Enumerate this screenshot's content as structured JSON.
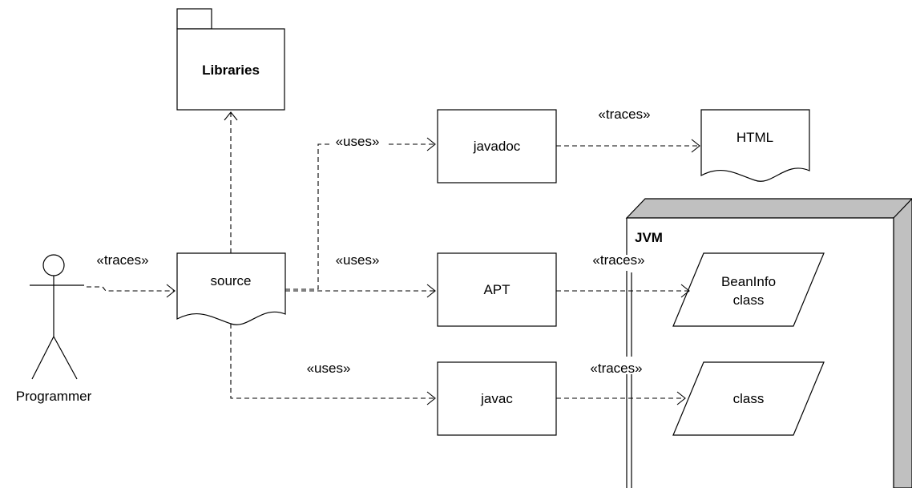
{
  "diagram": {
    "nodes": {
      "libraries": "Libraries",
      "programmer": "Programmer",
      "source": "source",
      "javadoc": "javadoc",
      "html": "HTML",
      "apt": "APT",
      "beaninfo_line1": "BeanInfo",
      "beaninfo_line2": "class",
      "javac": "javac",
      "class": "class",
      "jvm": "JVM"
    },
    "edges": {
      "programmer_source": "«traces»",
      "source_javadoc": "«uses»",
      "source_apt": "«uses»",
      "source_javac": "«uses»",
      "javadoc_html": "«traces»",
      "apt_beaninfo": "«traces»",
      "javac_class": "«traces»"
    }
  }
}
